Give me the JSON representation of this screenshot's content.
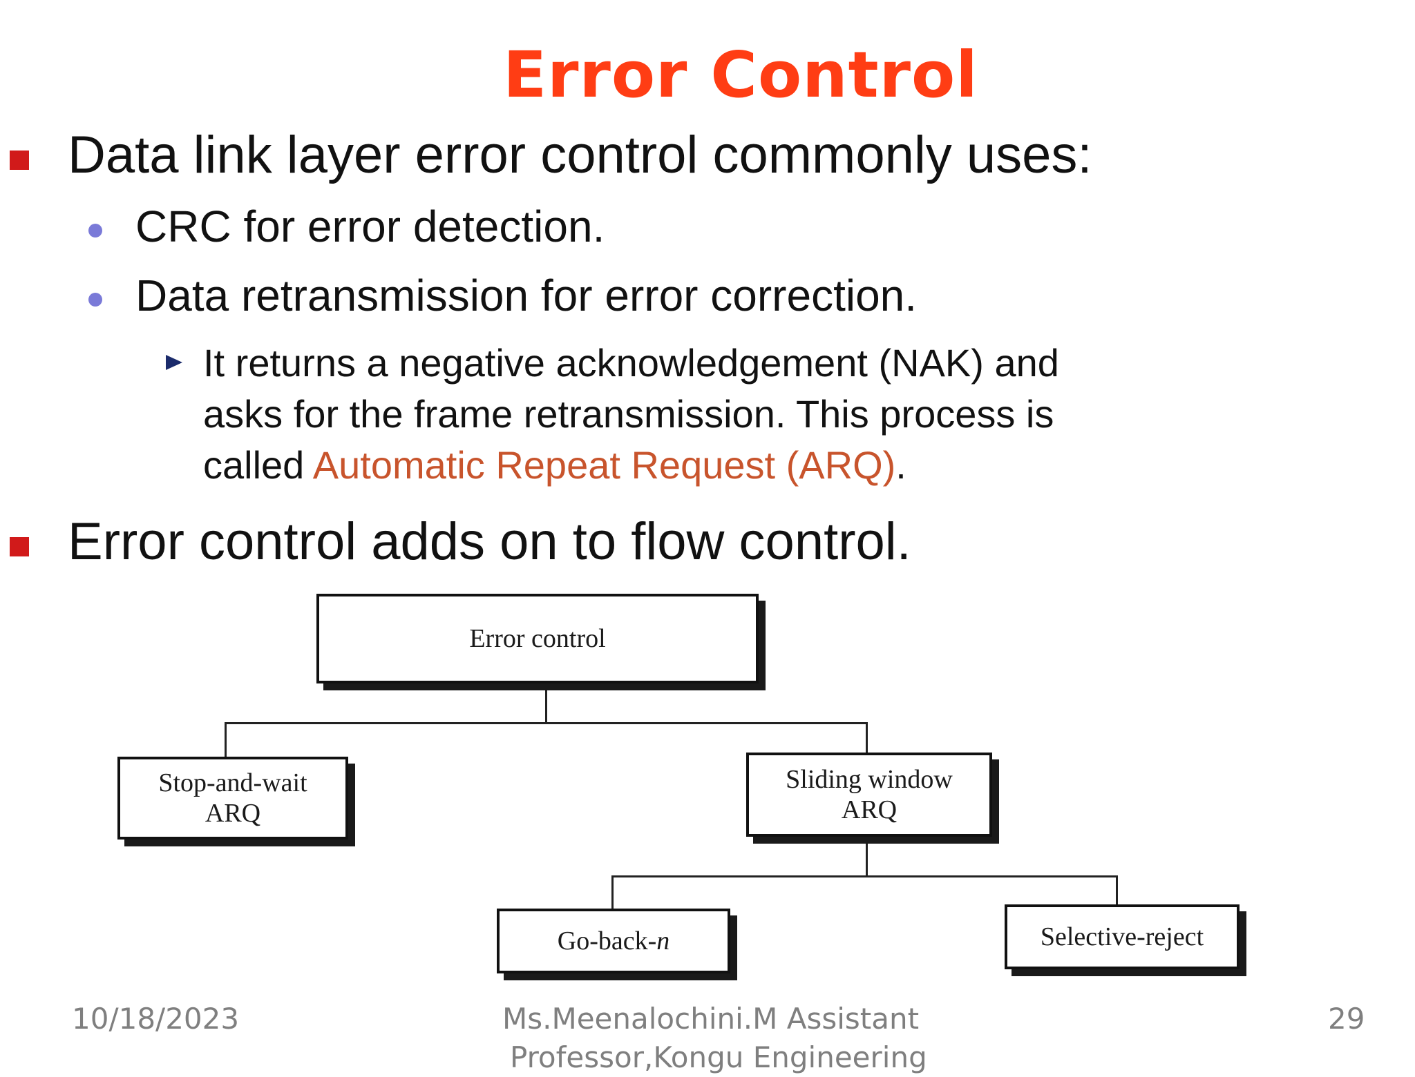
{
  "slide": {
    "title": "Error Control",
    "bullet1": "Data link layer error control commonly uses:",
    "sub1": "CRC for error detection.",
    "sub2": "Data retransmission for error correction.",
    "subsub_line1": "It returns a negative acknowledgement (NAK) and",
    "subsub_line2": "asks for the frame retransmission. This process is",
    "subsub_line3_prefix": "called ",
    "subsub_line3_highlight": "Automatic Repeat Request (ARQ)",
    "subsub_line3_suffix": ".",
    "bullet2": "Error control adds on to flow control.",
    "colors": {
      "title": "#ff3d14",
      "square_bullet": "#d11a1a",
      "dot_bullet": "#7a7ad8",
      "highlight": "#c8542c",
      "footer": "#7f7f7f"
    }
  },
  "diagram": {
    "root": "Error control",
    "stop_and_wait_line1": "Stop-and-wait",
    "stop_and_wait_line2": "ARQ",
    "sliding_window_line1": "Sliding window",
    "sliding_window_line2": "ARQ",
    "go_back_prefix": "Go-back-",
    "go_back_n": "n",
    "selective_reject": "Selective-reject"
  },
  "footer": {
    "date": "10/18/2023",
    "author_line1": "Ms.Meenalochini.M Assistant",
    "author_line2": "Professor,Kongu Engineering",
    "page": "29"
  }
}
